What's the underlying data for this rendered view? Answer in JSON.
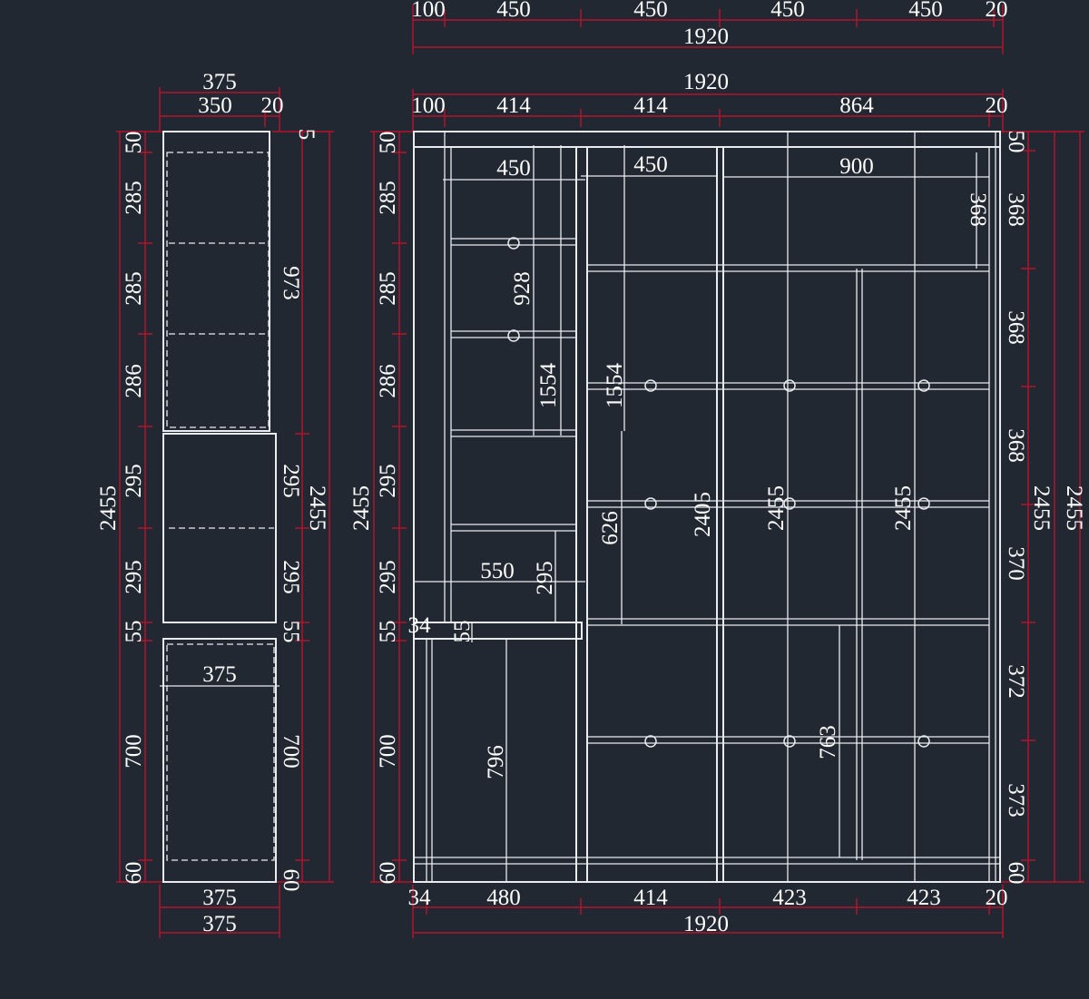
{
  "colors": {
    "background": "#222831",
    "line": "#e9ecef",
    "dimension": "#b3122e",
    "text": "#ffffff"
  },
  "top_partial": [
    "100",
    "450",
    "450",
    "450",
    "450",
    "20"
  ],
  "side_view": {
    "top_total": "375",
    "top_parts": [
      "350",
      "20"
    ],
    "left_dims": [
      "50",
      "285",
      "285",
      "286",
      "295",
      "295",
      "55",
      "700",
      "60"
    ],
    "left_total": "2455",
    "right_dims": [
      "5",
      "973",
      "295",
      "295",
      "55",
      "700",
      "60"
    ],
    "right_total": "2455",
    "inner_width": "375",
    "bottom_dims": [
      "375",
      "375"
    ]
  },
  "front_view": {
    "overall_top": "1920",
    "overall_width": "1920",
    "top_parts": [
      "100",
      "414",
      "414",
      "864",
      "20"
    ],
    "left_dims": [
      "50",
      "285",
      "285",
      "286",
      "295",
      "295",
      "55",
      "700",
      "60"
    ],
    "left_total": "2455",
    "right_dims": [
      "50",
      "368",
      "368",
      "368",
      "370",
      "372",
      "373",
      "60"
    ],
    "right_total": "2455",
    "far_right_total": "2455",
    "inner_labels": [
      "450",
      "450",
      "900",
      "368",
      "928",
      "1554",
      "1554",
      "626",
      "2405",
      "2455",
      "2455",
      "550",
      "295",
      "34",
      "55",
      "796",
      "763"
    ],
    "bottom_parts": [
      "34",
      "480",
      "414",
      "423",
      "423",
      "20"
    ],
    "bottom_total": "1920"
  }
}
